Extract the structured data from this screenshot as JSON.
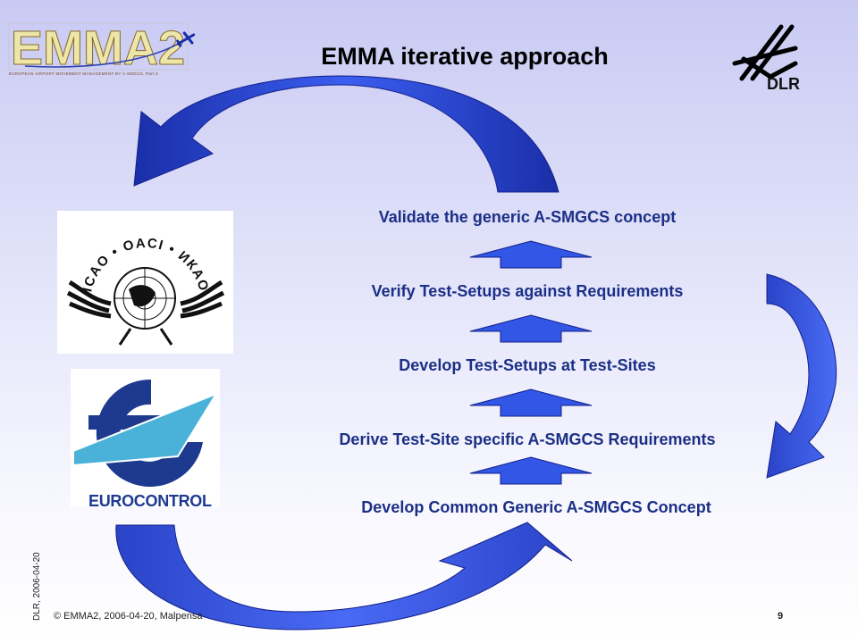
{
  "slide": {
    "title": "EMMA iterative approach",
    "steps": [
      "Validate the generic A-SMGCS concept",
      "Verify Test-Setups against Requirements",
      "Develop Test-Setups at Test-Sites",
      "Derive Test-Site specific A-SMGCS Requirements",
      "Develop Common Generic A-SMGCS Concept"
    ],
    "footer_text": "© EMMA2, 2006-04-20, Malpensa",
    "page_number": "9",
    "side_date": "DLR, 2006-04-20"
  },
  "logos": {
    "emma_logo_text": "EMMA2",
    "emma_subtitle": "EUROPEAN AIRPORT MOVEMENT MANAGEMENT BY A-SMGCS, Part 2",
    "dlr_text": "DLR",
    "icao_ring_text": "ICAO • OACI • ИКАО",
    "eurocontrol_text": "EUROCONTROL"
  },
  "colors": {
    "arrow_blue": "#3256e6",
    "arrow_dark": "#1a2ea8",
    "step_text": "#1b2f86",
    "eurocontrol_blue": "#1d3a8f",
    "eurocontrol_cyan": "#4ab2d8"
  }
}
